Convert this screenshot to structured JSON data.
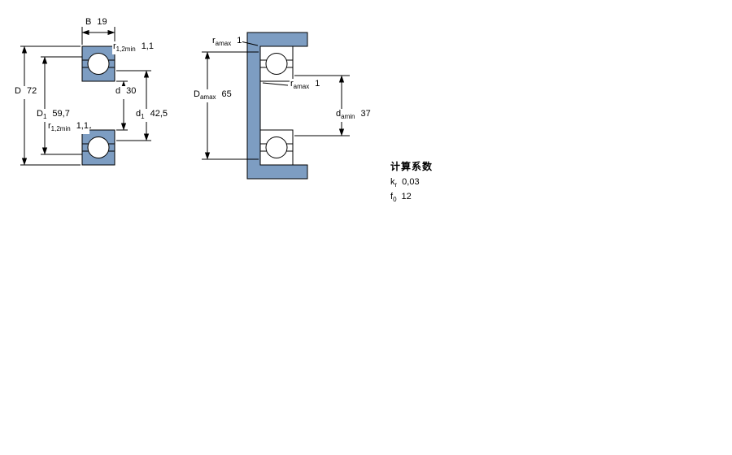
{
  "colors": {
    "fill": "#7d9dc2",
    "line": "#000000",
    "background": "#ffffff"
  },
  "left_view": {
    "description": "bearing cross-section dimensions",
    "labels": {
      "B": {
        "sym": "B",
        "sub": "",
        "value": "19"
      },
      "D": {
        "sym": "D",
        "sub": "",
        "value": "72"
      },
      "D1": {
        "sym": "D",
        "sub": "1",
        "value": "59,7"
      },
      "r12_top": {
        "sym": "r",
        "sub": "1,2min",
        "value": "1,1"
      },
      "d": {
        "sym": "d",
        "sub": "",
        "value": "30"
      },
      "d1": {
        "sym": "d",
        "sub": "1",
        "value": "42,5"
      },
      "r12_bottom": {
        "sym": "r",
        "sub": "1,2min",
        "value": "1,1"
      }
    }
  },
  "right_view": {
    "description": "abutment and fillet dimensions",
    "labels": {
      "ra_top": {
        "sym": "r",
        "sub": "amax",
        "value": "1"
      },
      "Da": {
        "sym": "D",
        "sub": "amax",
        "value": "65"
      },
      "ra_mid": {
        "sym": "r",
        "sub": "amax",
        "value": "1"
      },
      "da": {
        "sym": "d",
        "sub": "amin",
        "value": "37"
      }
    }
  },
  "calculation_factors": {
    "title": "计算系数",
    "rows": [
      {
        "sym": "k",
        "sub": "r",
        "value": "0,03"
      },
      {
        "sym": "f",
        "sub": "0",
        "value": "12"
      }
    ]
  }
}
